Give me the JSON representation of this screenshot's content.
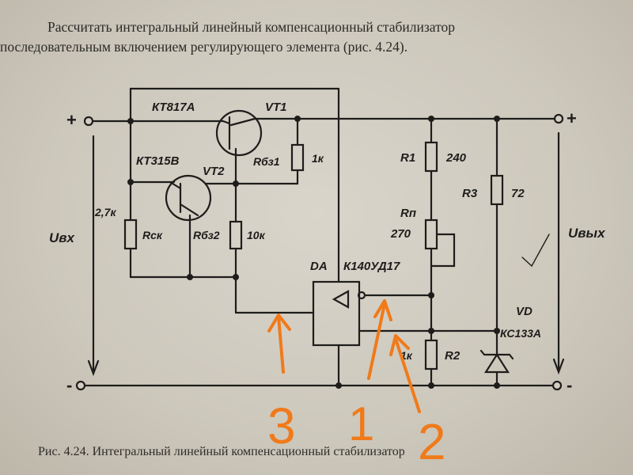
{
  "heading": {
    "line1": "Рассчитать интегральный линейный компенсационный стабилизатор",
    "line2": "последовательным включением регулирующего элемента (рис. 4.24)."
  },
  "caption": "Рис. 4.24. Интегральный линейный компенсационный стабилизатор",
  "labels": {
    "vt1_type": "КТ817А",
    "vt1": "VT1",
    "vt2_type": "КТ315В",
    "vt2": "VT2",
    "r_b1": "Rбз1",
    "r_b1_val": "1к",
    "r_ck": "Rск",
    "r_ck_val": "2,7к",
    "r_b2": "Rбз2",
    "r_b2_val": "10к",
    "r1": "R1",
    "r1_val": "240",
    "rp": "Rп",
    "rp_val": "270",
    "r3": "R3",
    "r3_val": "72",
    "r2": "R2",
    "r2_val": "1к",
    "da": "DA",
    "da_type": "К140УД17",
    "vd": "VD",
    "vd_type": "КС133А",
    "u_in": "Uвх",
    "u_out": "Uвых",
    "plus_in": "+",
    "plus_out": "+",
    "minus_in": "-",
    "minus_out": "-"
  },
  "annotations": {
    "num3": "3",
    "num1": "1",
    "num2": "2"
  },
  "colors": {
    "ink": "#1e1d1b",
    "annotation": "#f07a1a",
    "paper": "#d3cec3"
  }
}
